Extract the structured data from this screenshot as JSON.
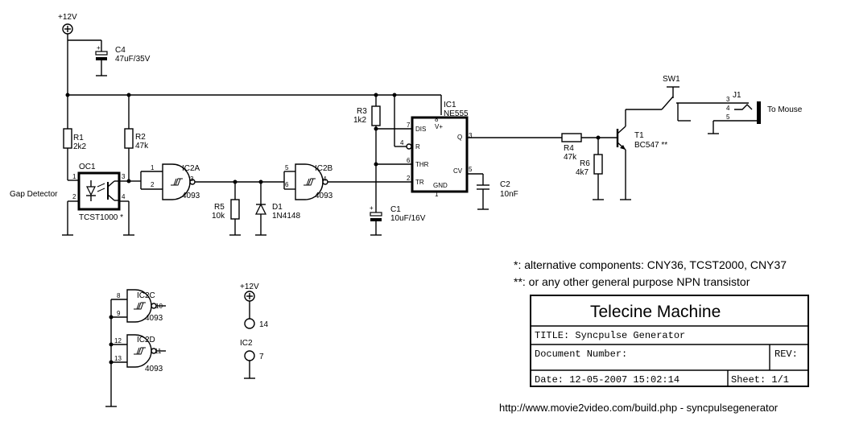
{
  "power": {
    "supply": "+12V",
    "supply_ic2": "+12V"
  },
  "components": {
    "C4": {
      "ref": "C4",
      "value": "47uF/35V"
    },
    "R1": {
      "ref": "R1",
      "value": "2k2"
    },
    "R2": {
      "ref": "R2",
      "value": "47k"
    },
    "OC1": {
      "ref": "OC1",
      "part": "TCST1000 *"
    },
    "IC2A": {
      "ref": "IC2A",
      "part": "4093"
    },
    "IC2B": {
      "ref": "IC2B",
      "part": "4093"
    },
    "IC2C": {
      "ref": "IC2C",
      "part": "4093"
    },
    "IC2D": {
      "ref": "IC2D",
      "part": "4093"
    },
    "R5": {
      "ref": "R5",
      "value": "10k"
    },
    "D1": {
      "ref": "D1",
      "value": "1N4148"
    },
    "R3": {
      "ref": "R3",
      "value": "1k2"
    },
    "C1": {
      "ref": "C1",
      "value": "10uF/16V"
    },
    "IC1": {
      "ref": "IC1",
      "part": "NE555",
      "pins": {
        "dis": "DIS",
        "r": "R",
        "thr": "THR",
        "tr": "TR",
        "vplus": "V+",
        "q": "Q",
        "cv": "CV",
        "gnd": "GND"
      }
    },
    "C2": {
      "ref": "C2",
      "value": "10nF"
    },
    "R4": {
      "ref": "R4",
      "value": "47k"
    },
    "R6": {
      "ref": "R6",
      "value": "4k7"
    },
    "T1": {
      "ref": "T1",
      "part": "BC547 **"
    },
    "SW1": {
      "ref": "SW1"
    },
    "J1": {
      "ref": "J1",
      "connection": "To Mouse"
    },
    "IC2": {
      "ref": "IC2",
      "pin_vcc": "14",
      "pin_gnd": "7"
    }
  },
  "labels": {
    "input": "Gap Detector"
  },
  "pin_numbers": {
    "oc1": [
      "1",
      "2",
      "3",
      "4"
    ],
    "ic2a": [
      "1",
      "2",
      "3"
    ],
    "ic2b": [
      "5",
      "6",
      "4"
    ],
    "ic2c": [
      "8",
      "9",
      "10"
    ],
    "ic2d": [
      "12",
      "13",
      "11"
    ],
    "ic1": [
      "7",
      "4",
      "6",
      "2",
      "8",
      "3",
      "5",
      "1"
    ],
    "j1": [
      "3",
      "4",
      "5"
    ]
  },
  "notes": [
    "*: alternative components: CNY36, TCST2000, CNY37",
    "**: or any other general purpose NPN transistor"
  ],
  "title_block": {
    "project": "Telecine Machine",
    "title": "TITLE:  Syncpulse Generator",
    "document_number": "Document Number:",
    "rev": "REV:",
    "date": "Date: 12-05-2007  15:02:14",
    "sheet": "Sheet: 1/1"
  },
  "url": "http://www.movie2video.com/build.php - syncpulsegenerator"
}
